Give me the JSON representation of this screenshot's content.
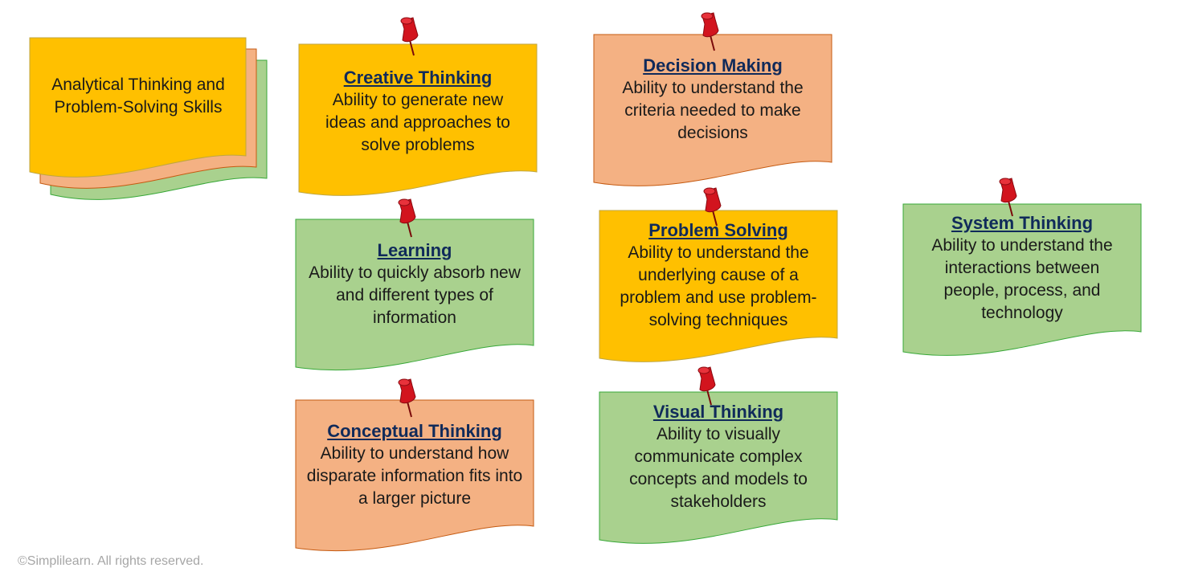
{
  "stack": {
    "text": "Analytical Thinking and Problem-Solving Skills"
  },
  "notes": [
    {
      "title": "Creative Thinking",
      "desc": "Ability to generate new ideas and approaches to solve problems"
    },
    {
      "title": "Decision Making",
      "desc": "Ability to understand the criteria needed to make decisions"
    },
    {
      "title": "Learning",
      "desc": "Ability to quickly absorb new and different types of information"
    },
    {
      "title": "Problem Solving",
      "desc": "Ability to understand the underlying cause of a problem and use problem-solving techniques"
    },
    {
      "title": "System Thinking",
      "desc": "Ability to understand the interactions between people, process, and technology"
    },
    {
      "title": "Conceptual Thinking",
      "desc": "Ability to understand how disparate information fits into a larger picture"
    },
    {
      "title": "Visual Thinking",
      "desc": "Ability to visually communicate complex concepts and models to stakeholders"
    }
  ],
  "colors": {
    "yellow": "#ffc000",
    "yellow_border": "#bfa640",
    "orange": "#f4b183",
    "orange_border": "#c55a11",
    "green": "#a9d18e",
    "green_border": "#38a838",
    "pin": "#d2141e"
  },
  "footer": {
    "copyright": "©Simplilearn. All rights reserved."
  }
}
